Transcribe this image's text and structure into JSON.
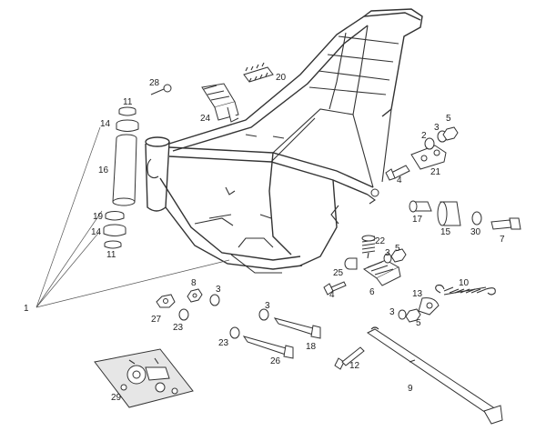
{
  "diagram": {
    "title": "Frame assembly exploded view",
    "callouts": [
      {
        "id": "c1",
        "text": "1"
      },
      {
        "id": "c2",
        "text": "2"
      },
      {
        "id": "c3a",
        "text": "3"
      },
      {
        "id": "c3b",
        "text": "3"
      },
      {
        "id": "c3c",
        "text": "3"
      },
      {
        "id": "c3d",
        "text": "3"
      },
      {
        "id": "c3e",
        "text": "3"
      },
      {
        "id": "c4a",
        "text": "4"
      },
      {
        "id": "c4b",
        "text": "4"
      },
      {
        "id": "c5a",
        "text": "5"
      },
      {
        "id": "c5b",
        "text": "5"
      },
      {
        "id": "c5c",
        "text": "5"
      },
      {
        "id": "c6",
        "text": "6"
      },
      {
        "id": "c7",
        "text": "7"
      },
      {
        "id": "c8",
        "text": "8"
      },
      {
        "id": "c9",
        "text": "9"
      },
      {
        "id": "c10",
        "text": "10"
      },
      {
        "id": "c11a",
        "text": "11"
      },
      {
        "id": "c11b",
        "text": "11"
      },
      {
        "id": "c12",
        "text": "12"
      },
      {
        "id": "c13",
        "text": "13"
      },
      {
        "id": "c14a",
        "text": "14"
      },
      {
        "id": "c14b",
        "text": "14"
      },
      {
        "id": "c15",
        "text": "15"
      },
      {
        "id": "c16",
        "text": "16"
      },
      {
        "id": "c17",
        "text": "17"
      },
      {
        "id": "c18",
        "text": "18"
      },
      {
        "id": "c19",
        "text": "19"
      },
      {
        "id": "c20",
        "text": "20"
      },
      {
        "id": "c21",
        "text": "21"
      },
      {
        "id": "c22",
        "text": "22"
      },
      {
        "id": "c23a",
        "text": "23"
      },
      {
        "id": "c23b",
        "text": "23"
      },
      {
        "id": "c24",
        "text": "24"
      },
      {
        "id": "c25",
        "text": "25"
      },
      {
        "id": "c26",
        "text": "26"
      },
      {
        "id": "c27",
        "text": "27"
      },
      {
        "id": "c28",
        "text": "28"
      },
      {
        "id": "c29",
        "text": "29"
      },
      {
        "id": "c30",
        "text": "30"
      }
    ]
  }
}
